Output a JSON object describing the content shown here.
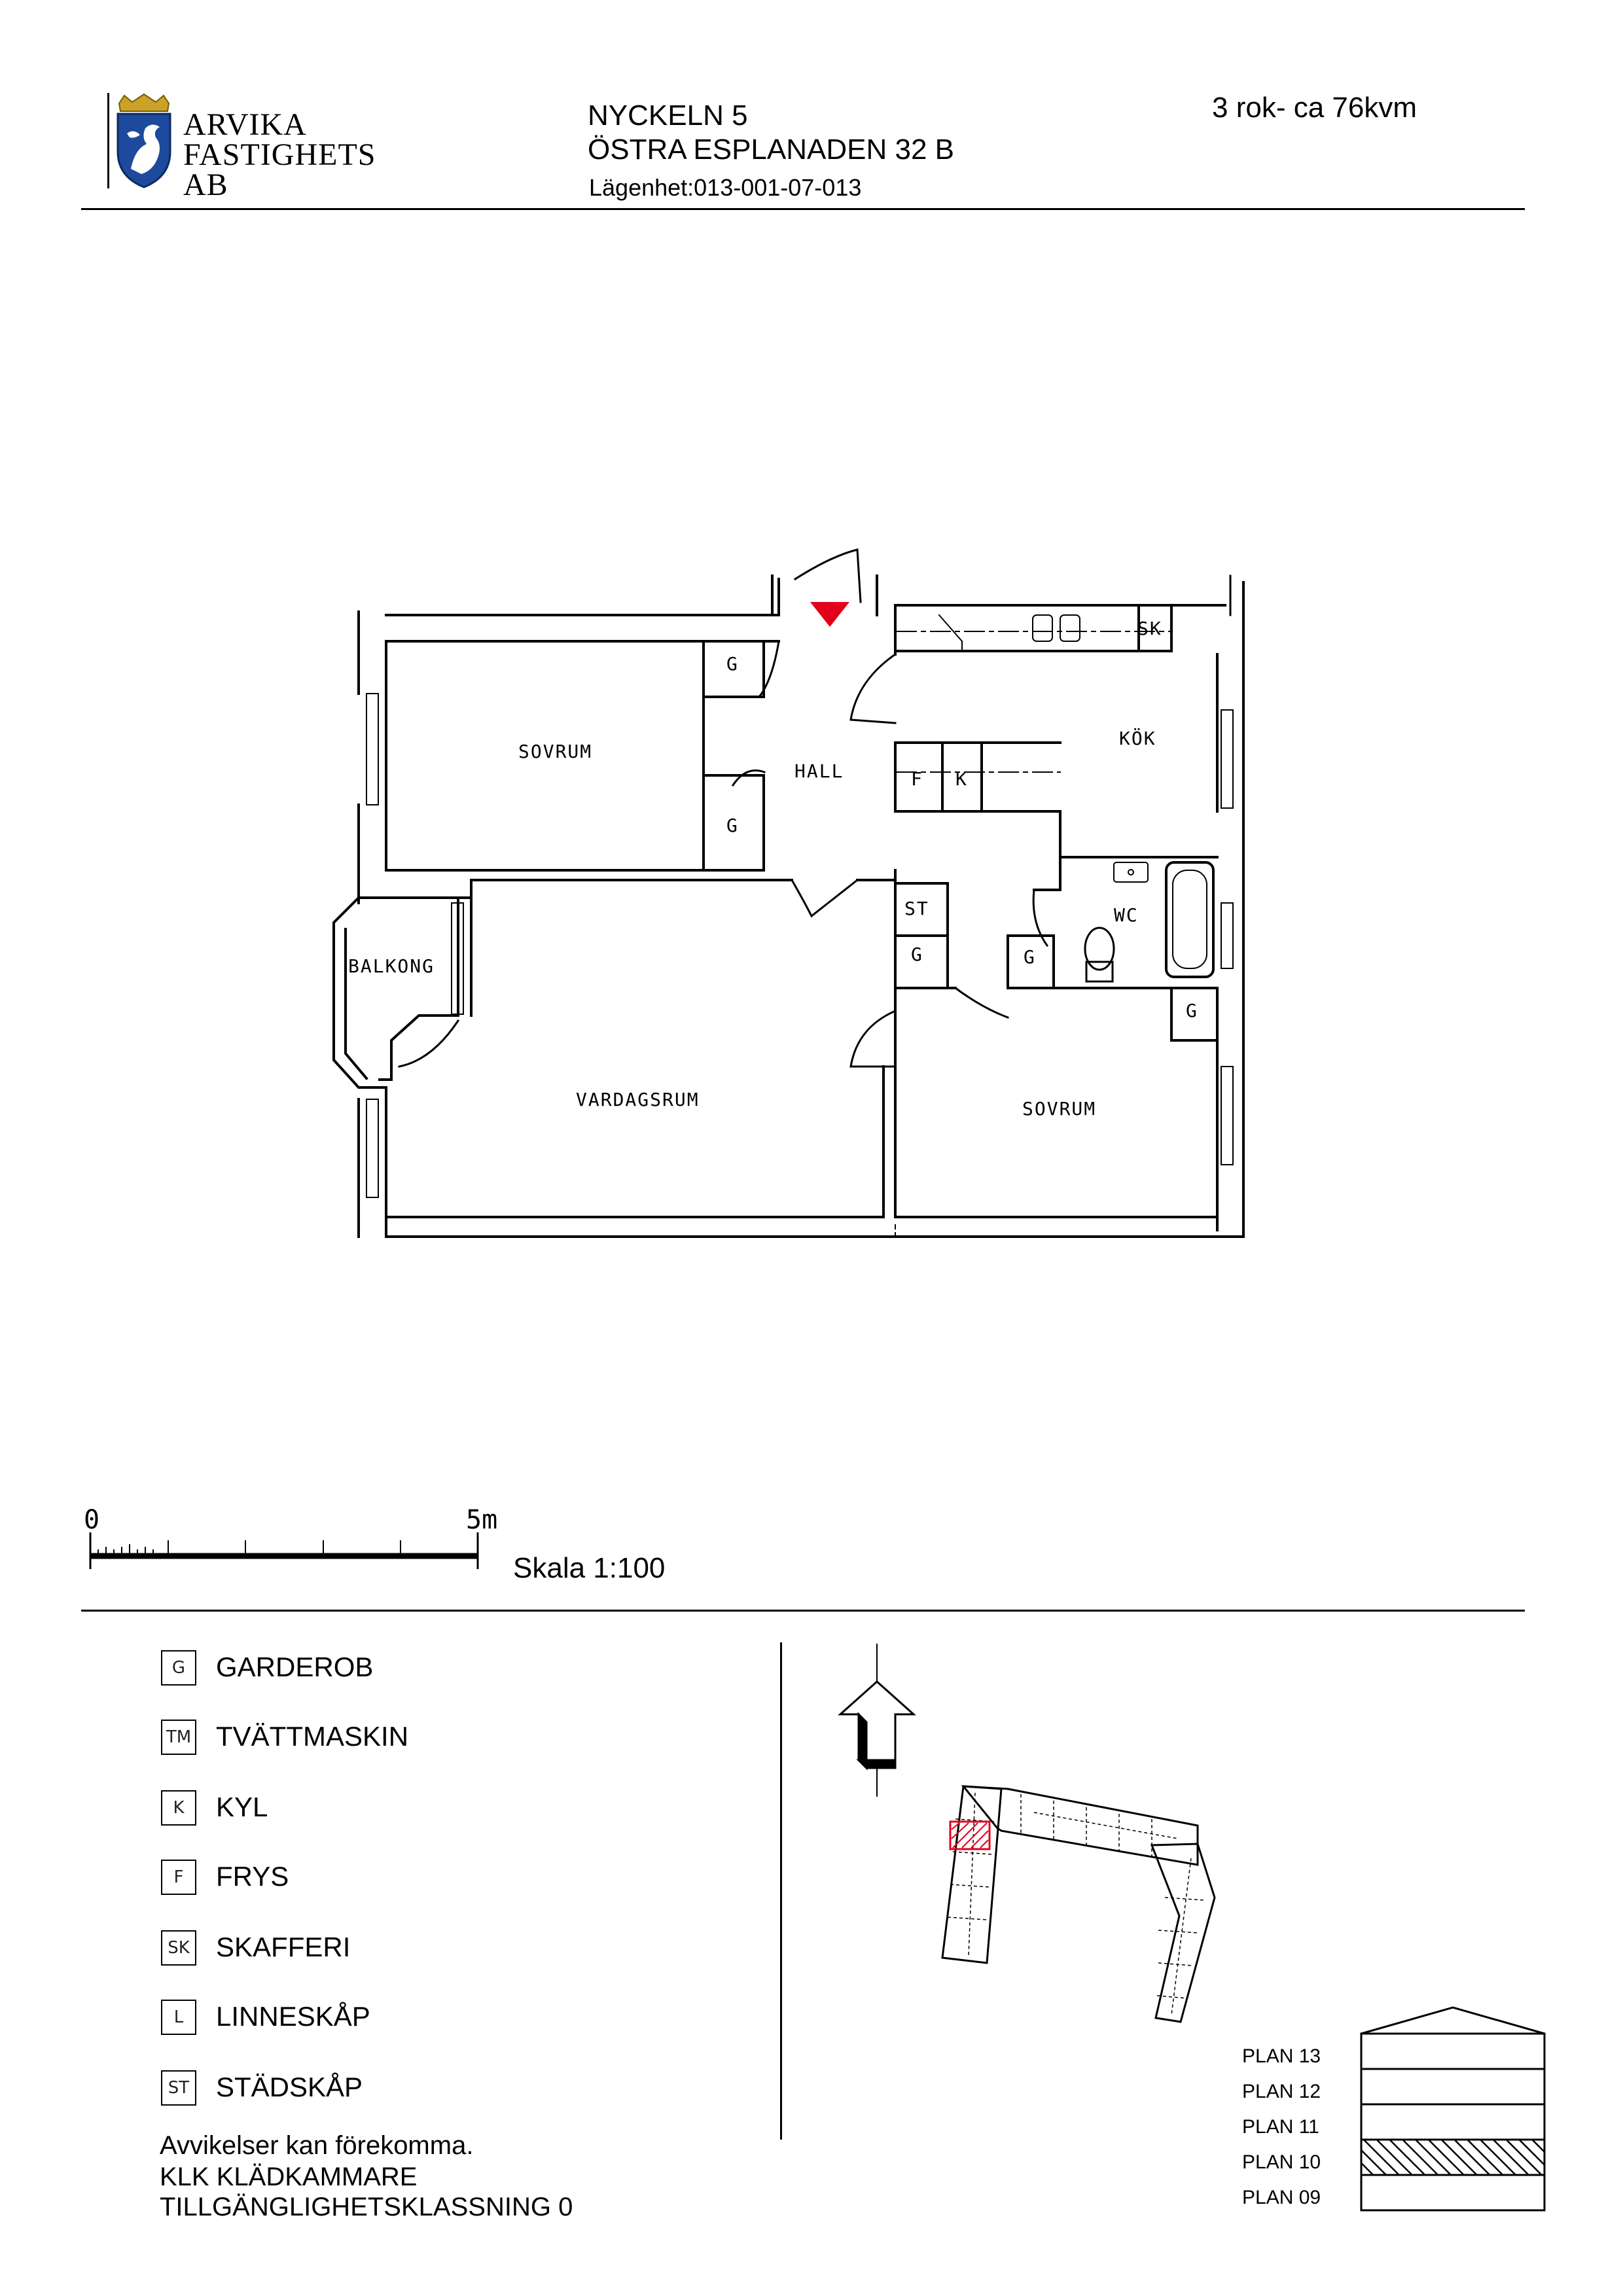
{
  "header": {
    "company_line1": "ARVIKA",
    "company_line2": "FASTIGHETS AB",
    "property": "NYCKELN 5",
    "address": "ÖSTRA ESPLANADEN 32 B",
    "apartment": "Lägenhet:013-001-07-013",
    "size": "3 rok- ca 76kvm"
  },
  "plan": {
    "rooms": {
      "bedroom_left": "SOVRUM",
      "hall": "HALL",
      "kitchen": "KÖK",
      "wc": "WC",
      "balcony": "BALKONG",
      "living_room": "VARDAGSRUM",
      "bedroom_right": "SOVRUM"
    },
    "codes": {
      "g": "G",
      "f": "F",
      "k": "K",
      "sk": "SK",
      "st": "ST"
    }
  },
  "scale": {
    "start": "0",
    "end": "5m",
    "label": "Skala 1:100"
  },
  "legend": [
    {
      "code": "G",
      "label": "GARDEROB"
    },
    {
      "code": "TM",
      "label": "TVÄTTMASKIN"
    },
    {
      "code": "K",
      "label": "KYL"
    },
    {
      "code": "F",
      "label": "FRYS"
    },
    {
      "code": "SK",
      "label": "SKAFFERI"
    },
    {
      "code": "L",
      "label": "LINNESKÅP"
    },
    {
      "code": "ST",
      "label": "STÄDSKÅP"
    }
  ],
  "notes": {
    "line1": "Avvikelser kan förekomma.",
    "line2": "KLK KLÄDKAMMARE",
    "line3": "TILLGÄNGLIGHETSKLASSNING 0"
  },
  "floors": {
    "items": [
      "PLAN 13",
      "PLAN 12",
      "PLAN 11",
      "PLAN 10",
      "PLAN 09"
    ],
    "current": "PLAN 10"
  },
  "colors": {
    "entrance_marker": "#e3001b",
    "highlight": "#e3001b"
  }
}
